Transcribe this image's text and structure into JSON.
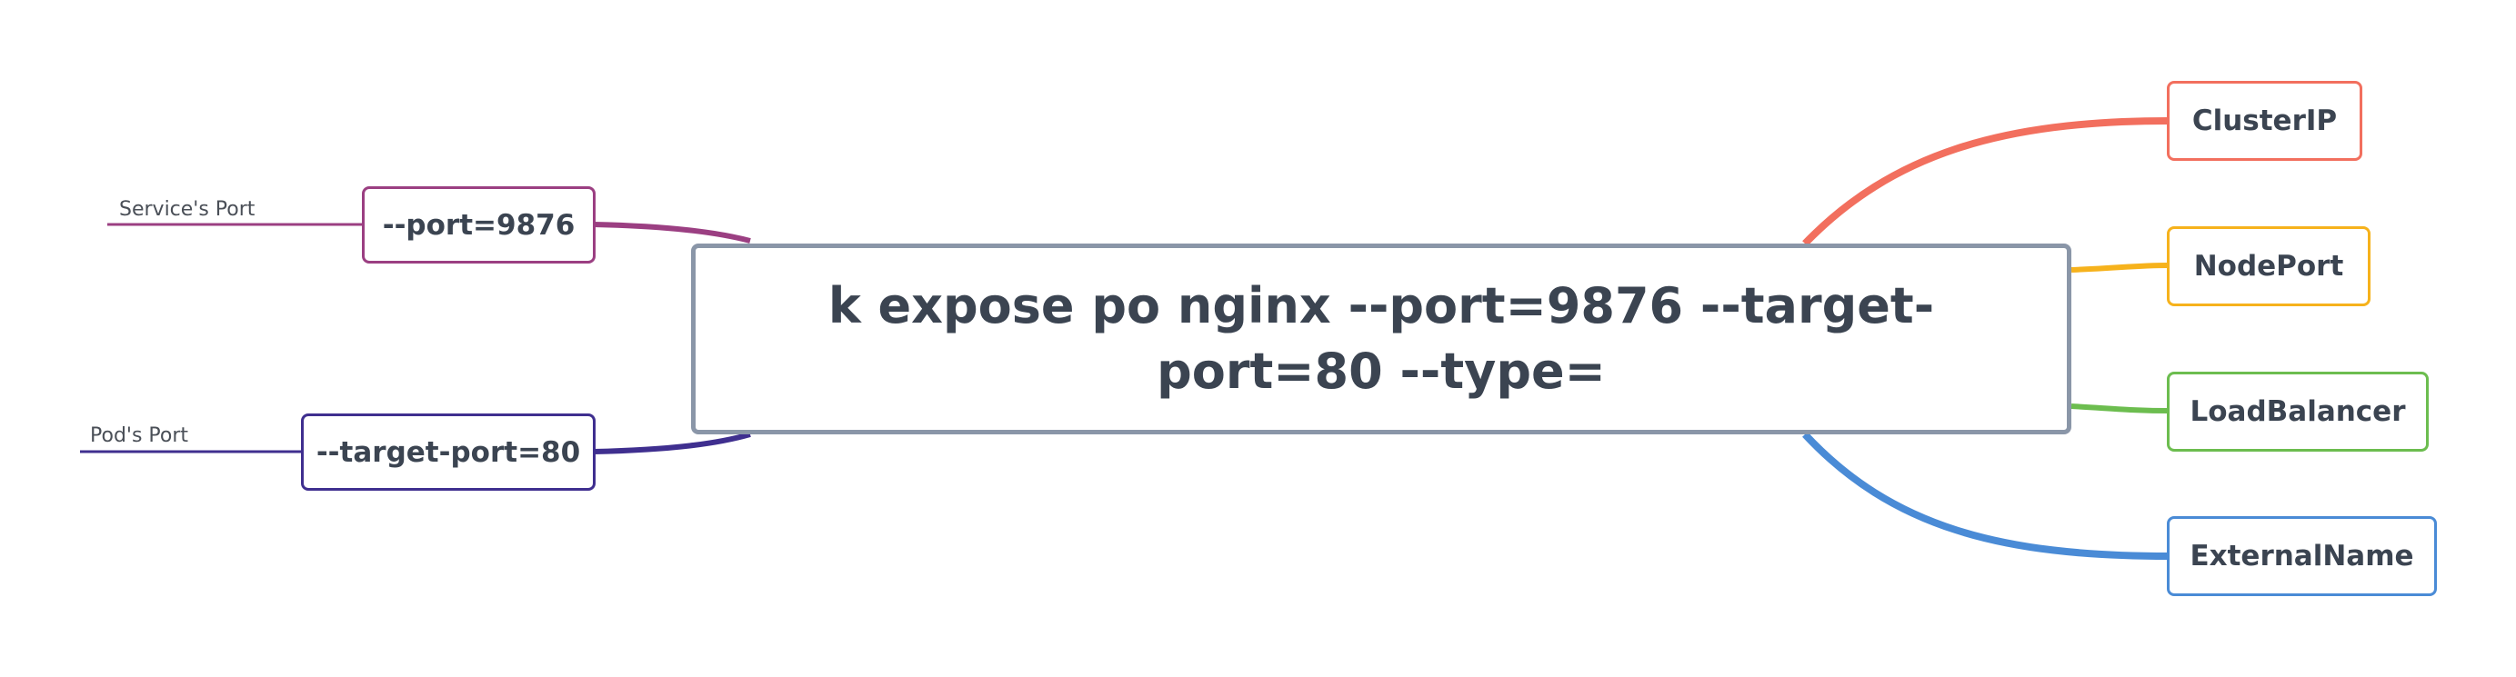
{
  "central_topic": "k expose po nginx  --port=9876  --target-port=80  --type=",
  "left_branches": [
    {
      "label": "--port=9876",
      "note": "Service's Port",
      "color": "#9b3f82"
    },
    {
      "label": "--target-port=80",
      "note": "Pod's Port",
      "color": "#3f2f8f"
    }
  ],
  "right_branches": [
    {
      "label": "ClusterIP",
      "color": "#f26f5e"
    },
    {
      "label": "NodePort",
      "color": "#f6b21c"
    },
    {
      "label": "LoadBalancer",
      "color": "#6cbd4f"
    },
    {
      "label": "ExternalName",
      "color": "#4a8bd6"
    }
  ]
}
